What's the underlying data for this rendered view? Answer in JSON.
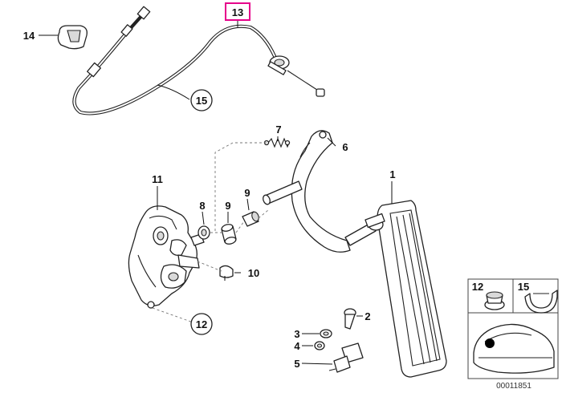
{
  "diagram": {
    "callouts": {
      "p1": "1",
      "p2": "2",
      "p3": "3",
      "p4": "4",
      "p5": "5",
      "p6": "6",
      "p7": "7",
      "p8": "8",
      "p9a": "9",
      "p9b": "9",
      "p10": "10",
      "p11": "11",
      "p12": "12",
      "p13": "13",
      "p14": "14",
      "p15": "15"
    },
    "inset": {
      "label_12": "12",
      "label_15": "15"
    },
    "reference_number": "00011851",
    "highlight_color": "#e6008a"
  }
}
